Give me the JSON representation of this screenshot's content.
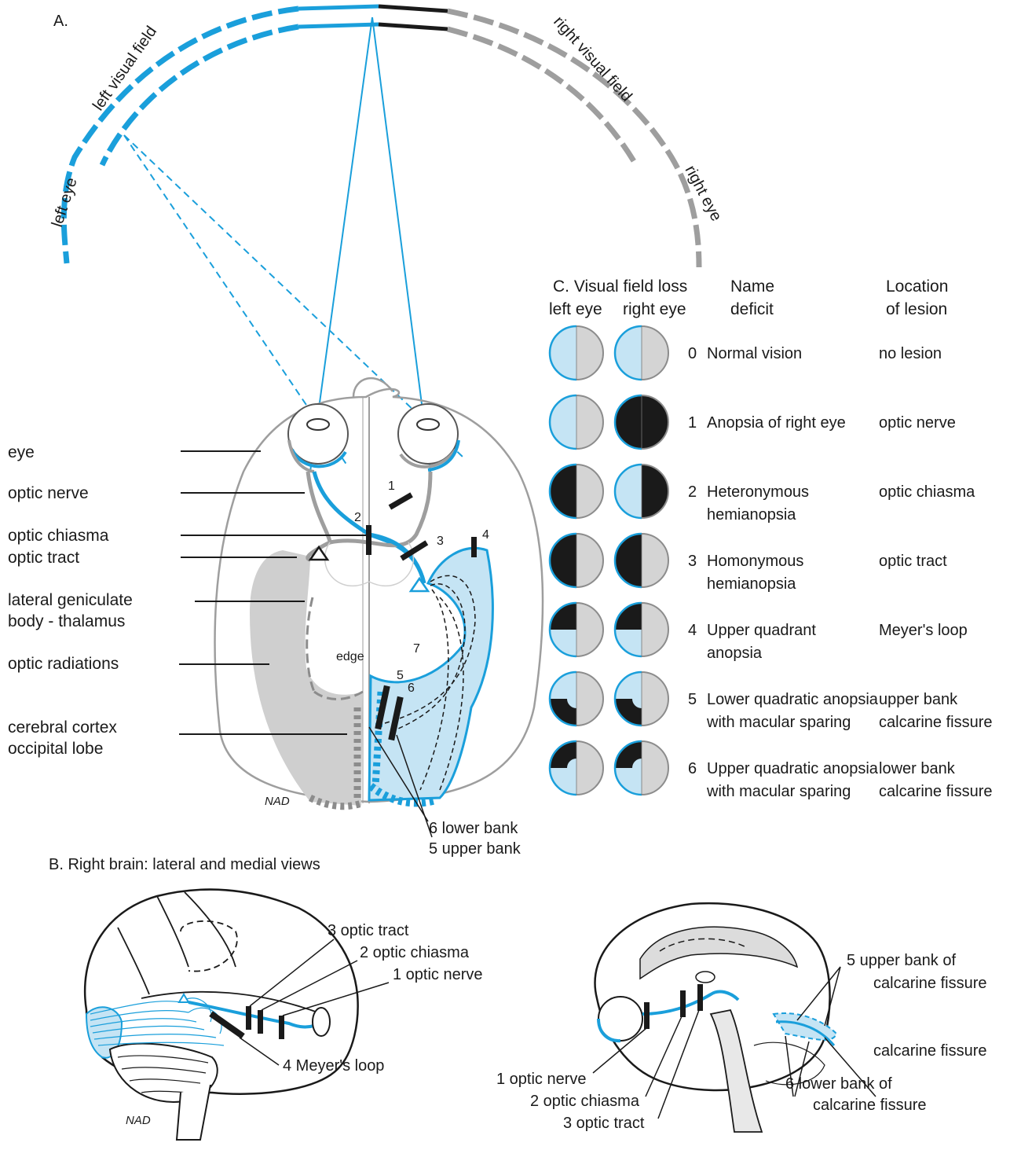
{
  "panel_a": {
    "letter": "A.",
    "field_labels": {
      "left_visual_field": "left visual field",
      "right_visual_field": "right visual field",
      "left_eye": "left eye",
      "right_eye": "right eye"
    },
    "structures": {
      "eye": "eye",
      "optic_nerve": "optic nerve",
      "optic_chiasma": "optic chiasma",
      "optic_tract": "optic tract",
      "lgb_line1": "lateral geniculate",
      "lgb_line2": "body - thalamus",
      "optic_radiations": "optic radiations",
      "cortex_line1": "cerebral cortex",
      "cortex_line2": "occipital lobe"
    },
    "lesion_numbers": [
      "1",
      "2",
      "3",
      "4",
      "5",
      "6",
      "7"
    ],
    "edge_label": "edge",
    "bank_labels": {
      "lower": "6 lower bank",
      "upper": "5 upper bank"
    },
    "signature": "NAD"
  },
  "panel_b": {
    "title": "B. Right brain: lateral and medial views",
    "lateral_labels": {
      "optic_tract": "3 optic tract",
      "optic_chiasma": "2 optic chiasma",
      "optic_nerve": "1 optic nerve",
      "meyers_loop": "4 Meyer's loop"
    },
    "medial_labels": {
      "upper_bank_line1": "5 upper bank of",
      "upper_bank_line2": "calcarine fissure",
      "calcarine": "calcarine fissure",
      "lower_bank_line1": "6 lower bank of",
      "lower_bank_line2": "calcarine fissure",
      "optic_nerve": "1 optic nerve",
      "optic_chiasma": "2 optic chiasma",
      "optic_tract": "3 optic tract"
    },
    "signature": "NAD"
  },
  "panel_c": {
    "header_line1": "C.  Visual field loss",
    "header_col_left": "left eye",
    "header_col_right": "right eye",
    "header_name1": "Name",
    "header_name2": "deficit",
    "header_loc1": "Location",
    "header_loc2": "of lesion",
    "rows": [
      {
        "number": "0",
        "name1": "Normal vision",
        "name2": "",
        "loc1": "no lesion",
        "loc2": "",
        "left": "normal",
        "right": "normal"
      },
      {
        "number": "1",
        "name1": "Anopsia of right eye",
        "name2": "",
        "loc1": "optic nerve",
        "loc2": "",
        "left": "normal",
        "right": "full"
      },
      {
        "number": "2",
        "name1": "Heteronymous",
        "name2": "hemianopsia",
        "loc1": "optic chiasma",
        "loc2": "",
        "left": "left-half",
        "right": "right-half"
      },
      {
        "number": "3",
        "name1": "Homonymous",
        "name2": "hemianopsia",
        "loc1": "optic tract",
        "loc2": "",
        "left": "left-half",
        "right": "left-half"
      },
      {
        "number": "4",
        "name1": "Upper quadrant",
        "name2": "anopsia",
        "loc1": "Meyer's loop",
        "loc2": "",
        "left": "upper-left-quadrant",
        "right": "upper-left-quadrant"
      },
      {
        "number": "5",
        "name1": "Lower quadratic anopsia",
        "name2": "with macular sparing",
        "loc1": "upper bank",
        "loc2": "calcarine fissure",
        "left": "lower-left-sparing",
        "right": "lower-left-sparing"
      },
      {
        "number": "6",
        "name1": "Upper quadratic anopsia",
        "name2": "with macular sparing",
        "loc1": "lower bank",
        "loc2": "calcarine fissure",
        "left": "upper-left-sparing",
        "right": "upper-left-sparing"
      }
    ]
  },
  "colors": {
    "blue": "#1a9fdb",
    "light_blue": "#c5e4f4",
    "gray": "#bfbfbf",
    "light_gray": "#d4d4d4",
    "dark_gray": "#8c8c8c",
    "black": "#1a1a1a"
  }
}
